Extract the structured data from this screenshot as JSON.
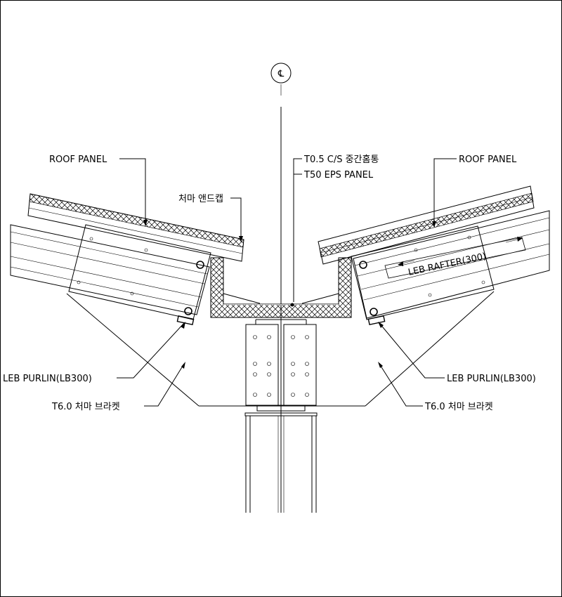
{
  "centerline_symbol": "℄",
  "labels": {
    "roof_panel_left": "ROOF PANEL",
    "roof_panel_right": "ROOF PANEL",
    "end_cap": "처마 앤드캡",
    "gutter": "T0.5 C/S 중간홈통",
    "eps_panel": "T50 EPS PANEL",
    "rafter": "LEB RAFTER(300)",
    "purlin_left": "LEB PURLIN(LB300)",
    "purlin_right": "LEB PURLIN(LB300)",
    "bracket_left": "T6.0 처마 브라켓",
    "bracket_right": "T6.0 처마 브라켓"
  }
}
